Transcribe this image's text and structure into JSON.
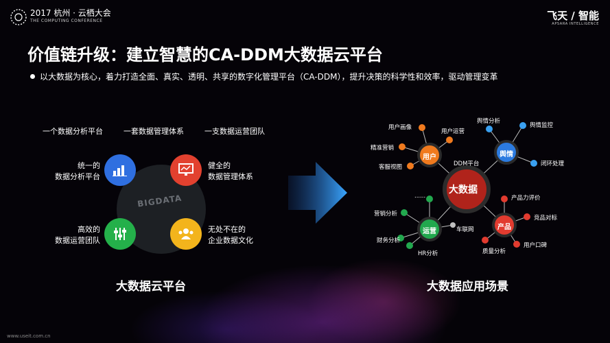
{
  "header": {
    "conference_title": "2017 杭州 · 云栖大会",
    "conference_sub": "THE COMPUTING CONFERENCE",
    "brand": "飞天 / 智能",
    "brand_sub": "APSARA INTELLIGENCE"
  },
  "title": "价值链升级：建立智慧的CA-DDM大数据云平台",
  "bullet": "以大数据为核心，着力打造全面、真实、透明、共享的数字化管理平台（CA-DDM），提升决策的科学性和效率，驱动管理变革",
  "left_panel": {
    "top_labels": [
      "一个数据分析平台",
      "一套数据管理体系",
      "一支数据运营团队"
    ],
    "quadrants": [
      {
        "line1": "统一的",
        "line2": "数据分析平台",
        "icon": "bar-chart-icon",
        "color": "#2f6fe0"
      },
      {
        "line1": "健全的",
        "line2": "数据管理体系",
        "icon": "monitor-icon",
        "color": "#e2412f"
      },
      {
        "line1": "高效的",
        "line2": "数据运营团队",
        "icon": "sliders-icon",
        "color": "#24b04a"
      },
      {
        "line1": "无处不在的",
        "line2": "企业数据文化",
        "icon": "people-icon",
        "color": "#f3b41c"
      }
    ],
    "center_text": "BIGDATA",
    "caption": "大数据云平台"
  },
  "right_panel": {
    "center": "大数据",
    "nodes": {
      "user": "用户",
      "opinion": "舆情",
      "ops": "运营",
      "product": "产品"
    },
    "labels": {
      "user_portrait": "用户画像",
      "user_ops": "用户运营",
      "precision_marketing": "精准营销",
      "customer_view": "客服视图",
      "ddm_platform": "DDM平台",
      "opinion_analysis": "舆情分析",
      "opinion_monitor": "舆情监控",
      "closed_loop": "闭环处理",
      "marketing_analysis": "营销分析",
      "finance_analysis": "财务分析",
      "hr_analysis": "HR分析",
      "iov": "车联网",
      "dots": "......",
      "product_eval": "产品力评价",
      "competitor": "竞品对标",
      "quality_analysis": "质量分析",
      "user_reputation": "用户口碑"
    },
    "caption": "大数据应用场景"
  },
  "footer": "www.useit.com.cn",
  "colors": {
    "center": "#b0231b",
    "user": "#f07a1e",
    "opinion": "#2c7be0",
    "ops": "#22a84e",
    "product": "#e23b2f"
  }
}
